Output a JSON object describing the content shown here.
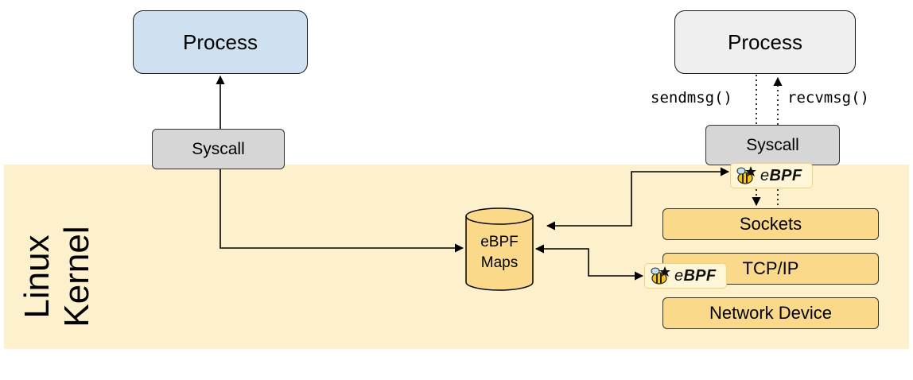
{
  "kernel": {
    "label_line1": "Linux",
    "label_line2": "Kernel",
    "bg_color": "#fdf0cd"
  },
  "left_stack": {
    "process": "Process",
    "syscall": "Syscall"
  },
  "right_stack": {
    "process": "Process",
    "syscall": "Syscall",
    "send_fn": "sendmsg()",
    "recv_fn": "recvmsg()",
    "layers": [
      "Sockets",
      "TCP/IP",
      "Network Device"
    ]
  },
  "maps": {
    "line1": "eBPF",
    "line2": "Maps"
  },
  "ebpf_badge": {
    "text": "BPF",
    "prefix": "e",
    "icon": "bee-icon"
  },
  "colors": {
    "process_blue": "#cfe0f1",
    "process_gray": "#efefef",
    "syscall": "#d6d6d6",
    "layer": "#fbd98a"
  }
}
